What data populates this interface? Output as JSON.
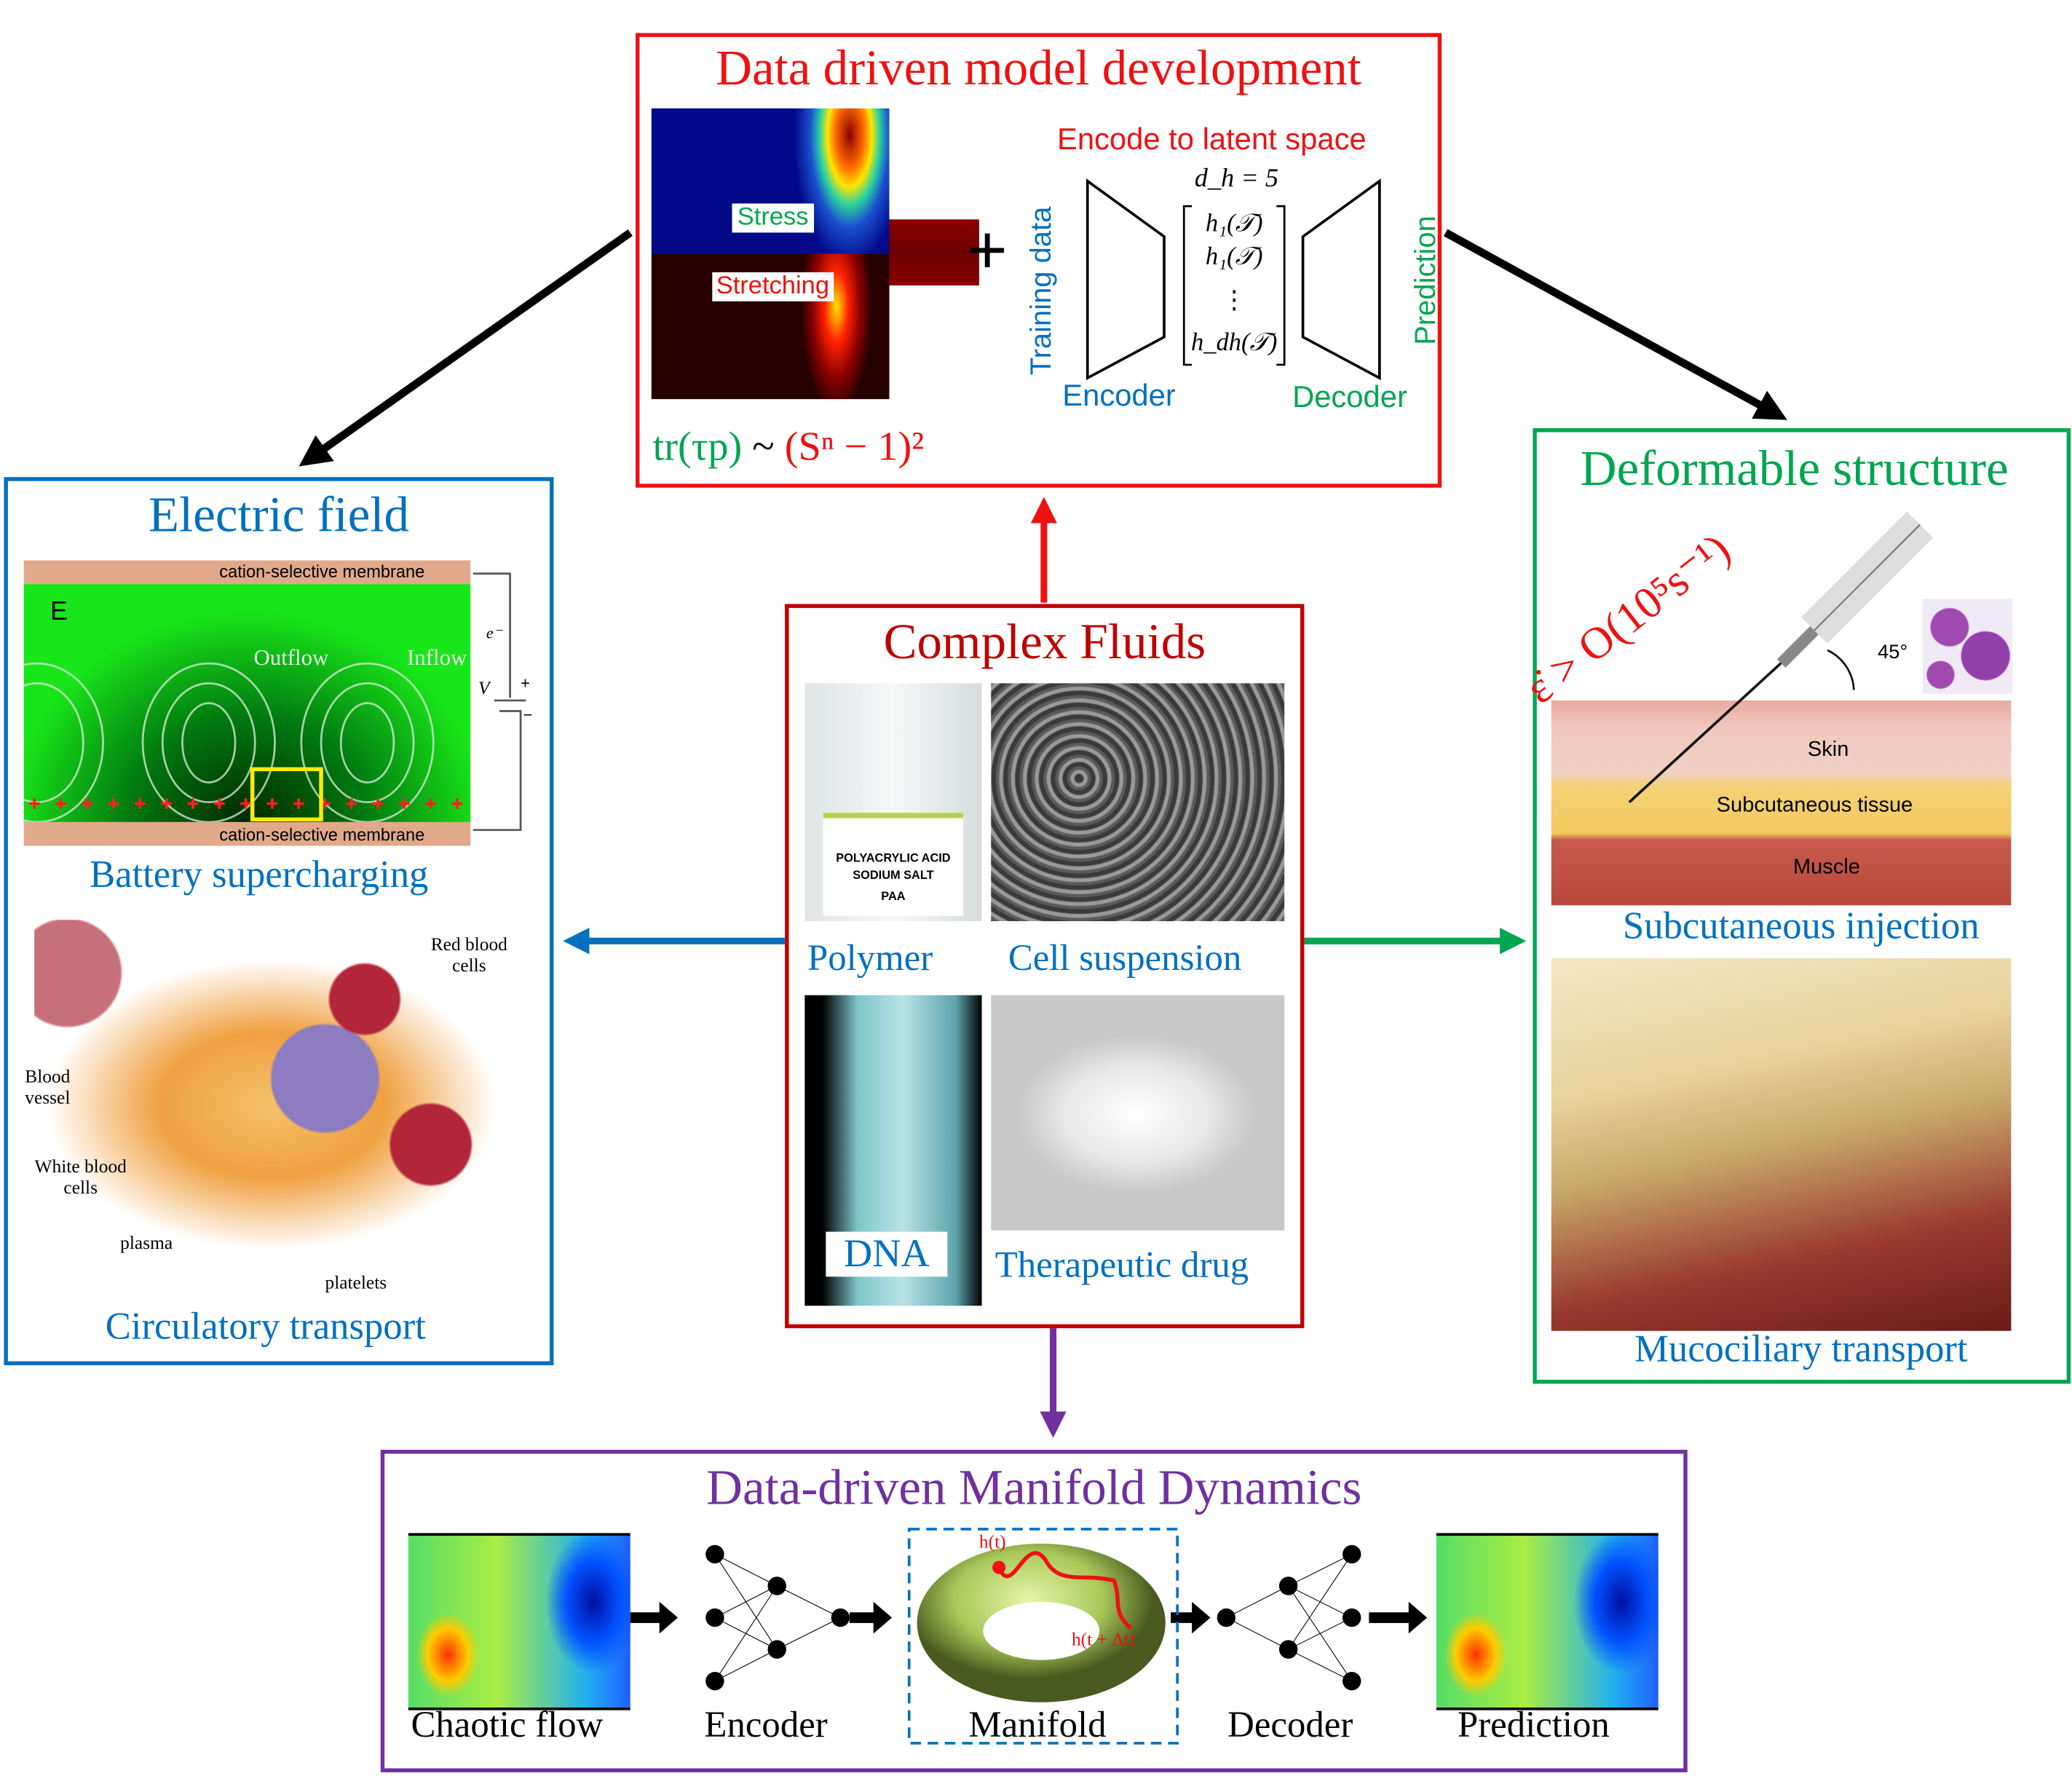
{
  "colors": {
    "red": "#ee1111",
    "darkred": "#c00000",
    "blue": "#0070c0",
    "green": "#00a651",
    "purple": "#7030a0",
    "black": "#000000"
  },
  "top_box": {
    "title": "Data driven model development",
    "stress_label": "Stress",
    "stretching_label": "Stretching",
    "plus": "+",
    "encode_label": "Encode to latent space",
    "dh_label": "d_h = 5",
    "training_data": "Training data",
    "prediction": "Prediction",
    "encoder": "Encoder",
    "decoder": "Decoder",
    "latent": [
      "h₁(𝒯)",
      "h₁(𝒯)",
      "⋮",
      "h_dh(𝒯)"
    ],
    "formula_left": "tr(τp)",
    "formula_tilde": "~",
    "formula_right": "(Sⁿ − 1)²"
  },
  "left_box": {
    "title": "Electric field",
    "membrane_top": "cation-selective membrane",
    "membrane_bottom": "cation-selective membrane",
    "e_label": "E",
    "outflow": "Outflow",
    "inflow": "Inflow",
    "electron": "e⁻",
    "voltage": "V",
    "plus": "+",
    "minus": "−",
    "caption1": "Battery supercharging",
    "blood_labels": {
      "rbc": "Red blood cells",
      "vessel": "Blood vessel",
      "wbc": "White blood cells",
      "plasma": "plasma",
      "platelets": "platelets"
    },
    "caption2": "Circulatory transport"
  },
  "center_box": {
    "title": "Complex Fluids",
    "bottle_text": [
      "POLYACRYLIC ACID",
      "SODIUM SALT",
      "PAA"
    ],
    "polymer": "Polymer",
    "cell_suspension": "Cell suspension",
    "dna": "DNA",
    "therapeutic_drug": "Therapeutic drug"
  },
  "right_box": {
    "title": "Deformable structure",
    "strain_rate": "ε̇ > O(10⁵s⁻¹)",
    "angle": "45°",
    "skin": "Skin",
    "subcutaneous": "Subcutaneous tissue",
    "muscle": "Muscle",
    "caption1": "Subcutaneous injection",
    "caption2": "Mucociliary transport"
  },
  "bottom_box": {
    "title": "Data-driven Manifold Dynamics",
    "chaotic_flow": "Chaotic flow",
    "encoder": "Encoder",
    "manifold": "Manifold",
    "decoder": "Decoder",
    "prediction": "Prediction",
    "h_t": "h(t)",
    "h_t_dt": "h(t + Δt)"
  }
}
